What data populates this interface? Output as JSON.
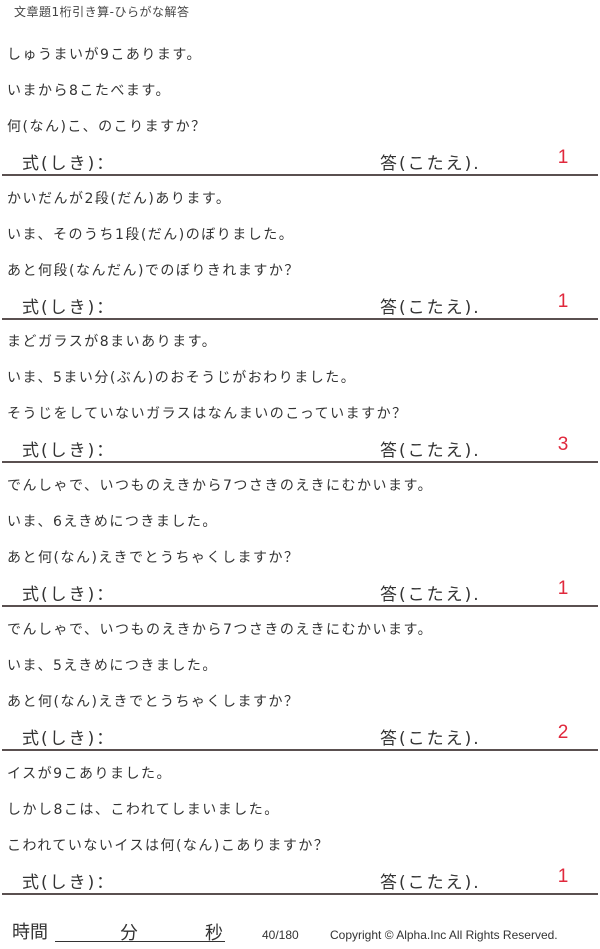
{
  "header": {
    "title": "文章題1桁引き算-ひらがな解答"
  },
  "labels": {
    "shiki": "式(しき)：",
    "kotae": "答(こたえ)."
  },
  "problems": [
    {
      "lines": [
        "しゅうまいが9こあります。",
        "いまから8こたべます。",
        "何(なん)こ、のこりますか？"
      ],
      "answer": "1"
    },
    {
      "lines": [
        "かいだんが2段(だん)あります。",
        "いま、そのうち1段(だん)のぼりました。",
        "あと何段(なんだん)でのぼりきれますか？"
      ],
      "answer": "1"
    },
    {
      "lines": [
        "まどガラスが8まいあります。",
        "いま、5まい分(ぶん)のおそうじがおわりました。",
        "そうじをしていないガラスはなんまいのこっていますか？"
      ],
      "answer": "3"
    },
    {
      "lines": [
        "でんしゃで、いつものえきから7つさきのえきにむかいます。",
        "いま、6えきめにつきました。",
        "あと何(なん)えきでとうちゃくしますか？"
      ],
      "answer": "1"
    },
    {
      "lines": [
        "でんしゃで、いつものえきから7つさきのえきにむかいます。",
        "いま、5えきめにつきました。",
        "あと何(なん)えきでとうちゃくしますか？"
      ],
      "answer": "2"
    },
    {
      "lines": [
        "イスが9こありました。",
        "しかし8こは、こわれてしまいました。",
        "こわれていないイスは何(なん)こありますか？"
      ],
      "answer": "1"
    }
  ],
  "footer": {
    "time_label": "時間",
    "minutes_label": "分",
    "seconds_label": "秒",
    "page": "40/180",
    "copyright": "Copyright ©  Alpha.Inc All Rights Reserved."
  },
  "colors": {
    "answer": "#e0283c",
    "rule": "#5a5050"
  }
}
